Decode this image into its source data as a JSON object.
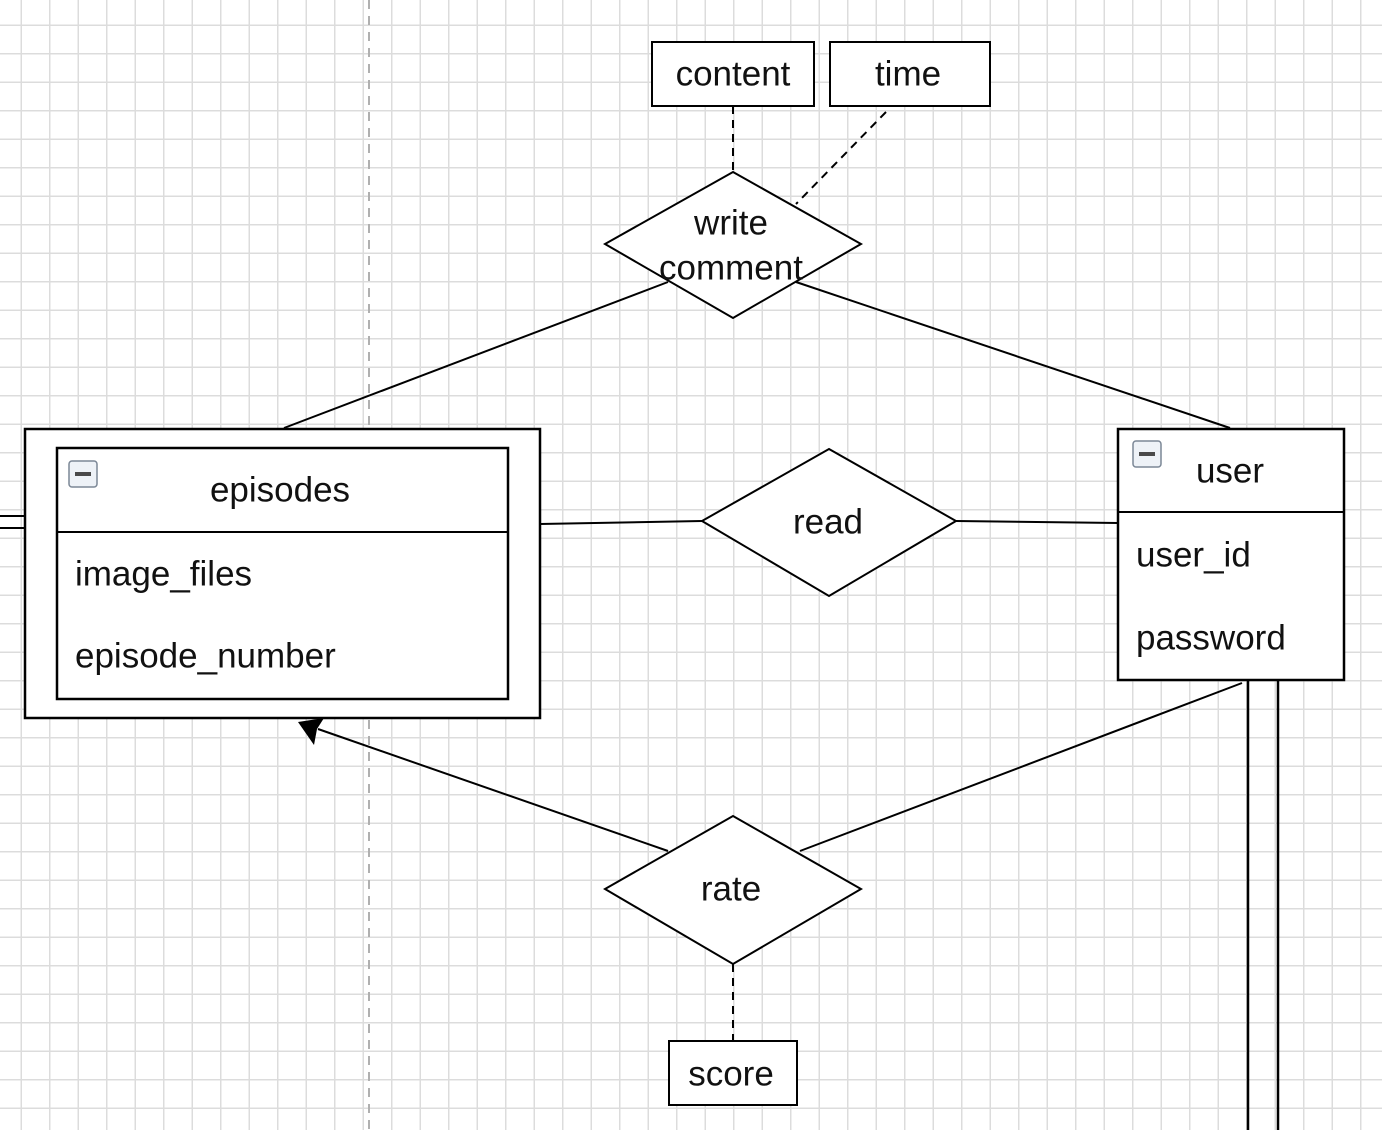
{
  "canvas": {
    "background": "#ffffff",
    "grid_color": "#dcdcdc",
    "stroke_color": "#000000",
    "page_break_color": "#b0b0b0"
  },
  "entities": {
    "episodes": {
      "name": "episodes",
      "weak": true,
      "collapse_icon": "minus-box-icon",
      "attributes": [
        "image_files",
        "episode_number"
      ]
    },
    "user": {
      "name": "user",
      "weak": false,
      "collapse_icon": "minus-box-icon",
      "attributes": [
        "user_id",
        "password"
      ]
    }
  },
  "relationships": {
    "write_comment": {
      "line1": "write",
      "line2": "comment",
      "attributes": [
        "content",
        "time"
      ]
    },
    "read": {
      "label": "read"
    },
    "rate": {
      "label": "rate",
      "attributes": [
        "score"
      ]
    }
  }
}
